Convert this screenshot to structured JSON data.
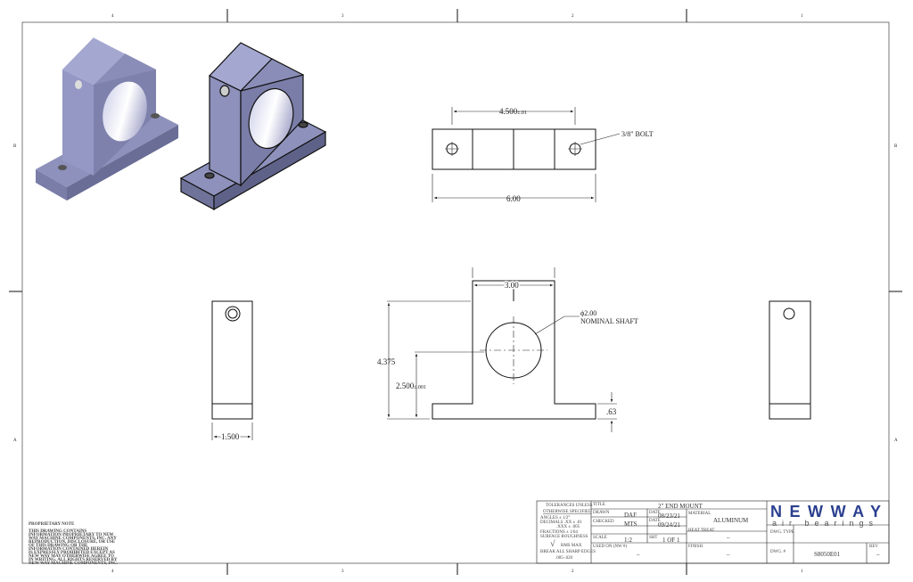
{
  "zones": {
    "top": [
      "4",
      "3",
      "2",
      "1"
    ],
    "side": [
      "B",
      "A"
    ]
  },
  "top_view": {
    "dim_bolt_spacing": "4.500",
    "dim_bolt_tol": "±.01",
    "bolt_note": "3/8\" BOLT",
    "dim_length": "6.00"
  },
  "front_view": {
    "dim_upright_width": "3.00",
    "dim_height": "4.375",
    "dim_center_height": "2.500",
    "dim_center_tol": "±.001",
    "dim_base_thickness": ".63",
    "shaft_dia": "ϕ2.00",
    "shaft_note": "NOMINAL SHAFT"
  },
  "side_view": {
    "dim_width": "1.500"
  },
  "proprietary": {
    "heading": "PROPRIETARY NOTE",
    "lines": [
      "THIS DRAWING CONTAINS",
      "INFORMATION PROPRIETARY TO NEW",
      "WAY MACHINE COMPONENTS, INC. ANY",
      "REPRODUCTION, DISCLOSURE, OR USE",
      "OF THIS DRAWING OR THE",
      "INFORMATION CONTAINED HEREIN",
      "IS EXPRESSLY PROHIBITED EXCEPT AS",
      "NEW WAY MAY OTHERWISE AGREE TO",
      "IN WRITING. ALL RIGHTS RESERVED BY",
      "NEW WAY MACHINE COMPONENTS, INC."
    ]
  },
  "tolerances": {
    "lines": [
      "TOLERANCES UNLESS",
      "OTHERWISE SPECIFIED",
      "ANGLES ± 1/2°",
      "DECIMALS .XX ± .01",
      ".XXX ± .005",
      "FRACTIONS ± 1/64",
      "SURFACE ROUGHNESS"
    ],
    "roughness": "√",
    "roughness_note": "RMS MAX",
    "edges": "BREAK ALL SHARP EDGES",
    "edges2": ".005-.020"
  },
  "title_block": {
    "title_label": "TITLE",
    "title": "2\" END MOUNT",
    "drawn_label": "DRAWN",
    "drawn": "DAF",
    "drawn_date_label": "DATE",
    "drawn_date": "08/23/21",
    "checked_label": "CHECKED",
    "checked": "MTS",
    "checked_date_label": "DATE",
    "checked_date": "09/24/21",
    "scale_label": "SCALE",
    "scale": "1:2",
    "sht_label": "SHT",
    "sht": "1 OF 1",
    "material_label": "MATERIAL",
    "material": "ALUMINUM",
    "heat_treat_label": "HEAT TREAT",
    "heat_treat": "–",
    "used_on_label": "USED ON (NW #)",
    "used_on": "–",
    "finish_label": "FINISH",
    "finish": "–",
    "dwg_type_label": "DWG. TYPE",
    "dwg_num_label": "DWG. #",
    "dwg_num": "S8050E01",
    "rev_label": "REV",
    "rev": "–"
  },
  "logo": {
    "brand": "NEWWAY",
    "tagline": "air bearings",
    "color": "#2a3f8f"
  }
}
